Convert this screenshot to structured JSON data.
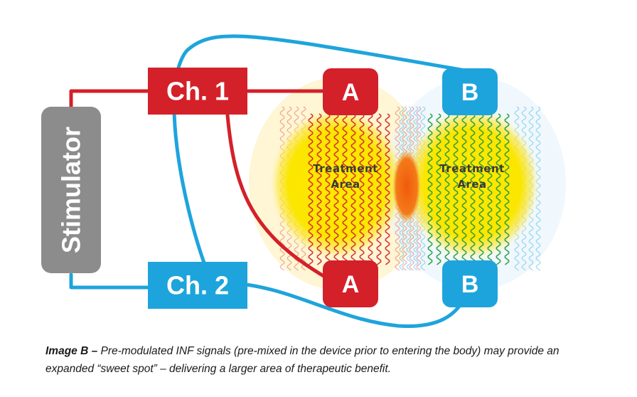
{
  "diagram": {
    "stimulator_label": "Stimulator",
    "channel_1_label": "Ch. 1",
    "channel_2_label": "Ch. 2",
    "electrode_a_top": "A",
    "electrode_a_bottom": "A",
    "electrode_b_top": "B",
    "electrode_b_bottom": "B",
    "left_area_line1": "Treatment",
    "left_area_line2": "Area",
    "right_area_line1": "Treatment",
    "right_area_line2": "Area"
  },
  "caption": {
    "title": "Image B –",
    "text": " Pre-modulated INF signals (pre-mixed in the device prior to entering the body) may provide an expanded “sweet spot” – delivering a larger area of therapeutic benefit."
  },
  "colors": {
    "channel_1_red": "#d42029",
    "channel_2_blue": "#1ea4dc",
    "stimulator_gray": "#8c8c8c",
    "treatment_yellow": "#f6e500",
    "overlap_orange": "#f46a10",
    "wave_green": "#1f9a3c"
  }
}
